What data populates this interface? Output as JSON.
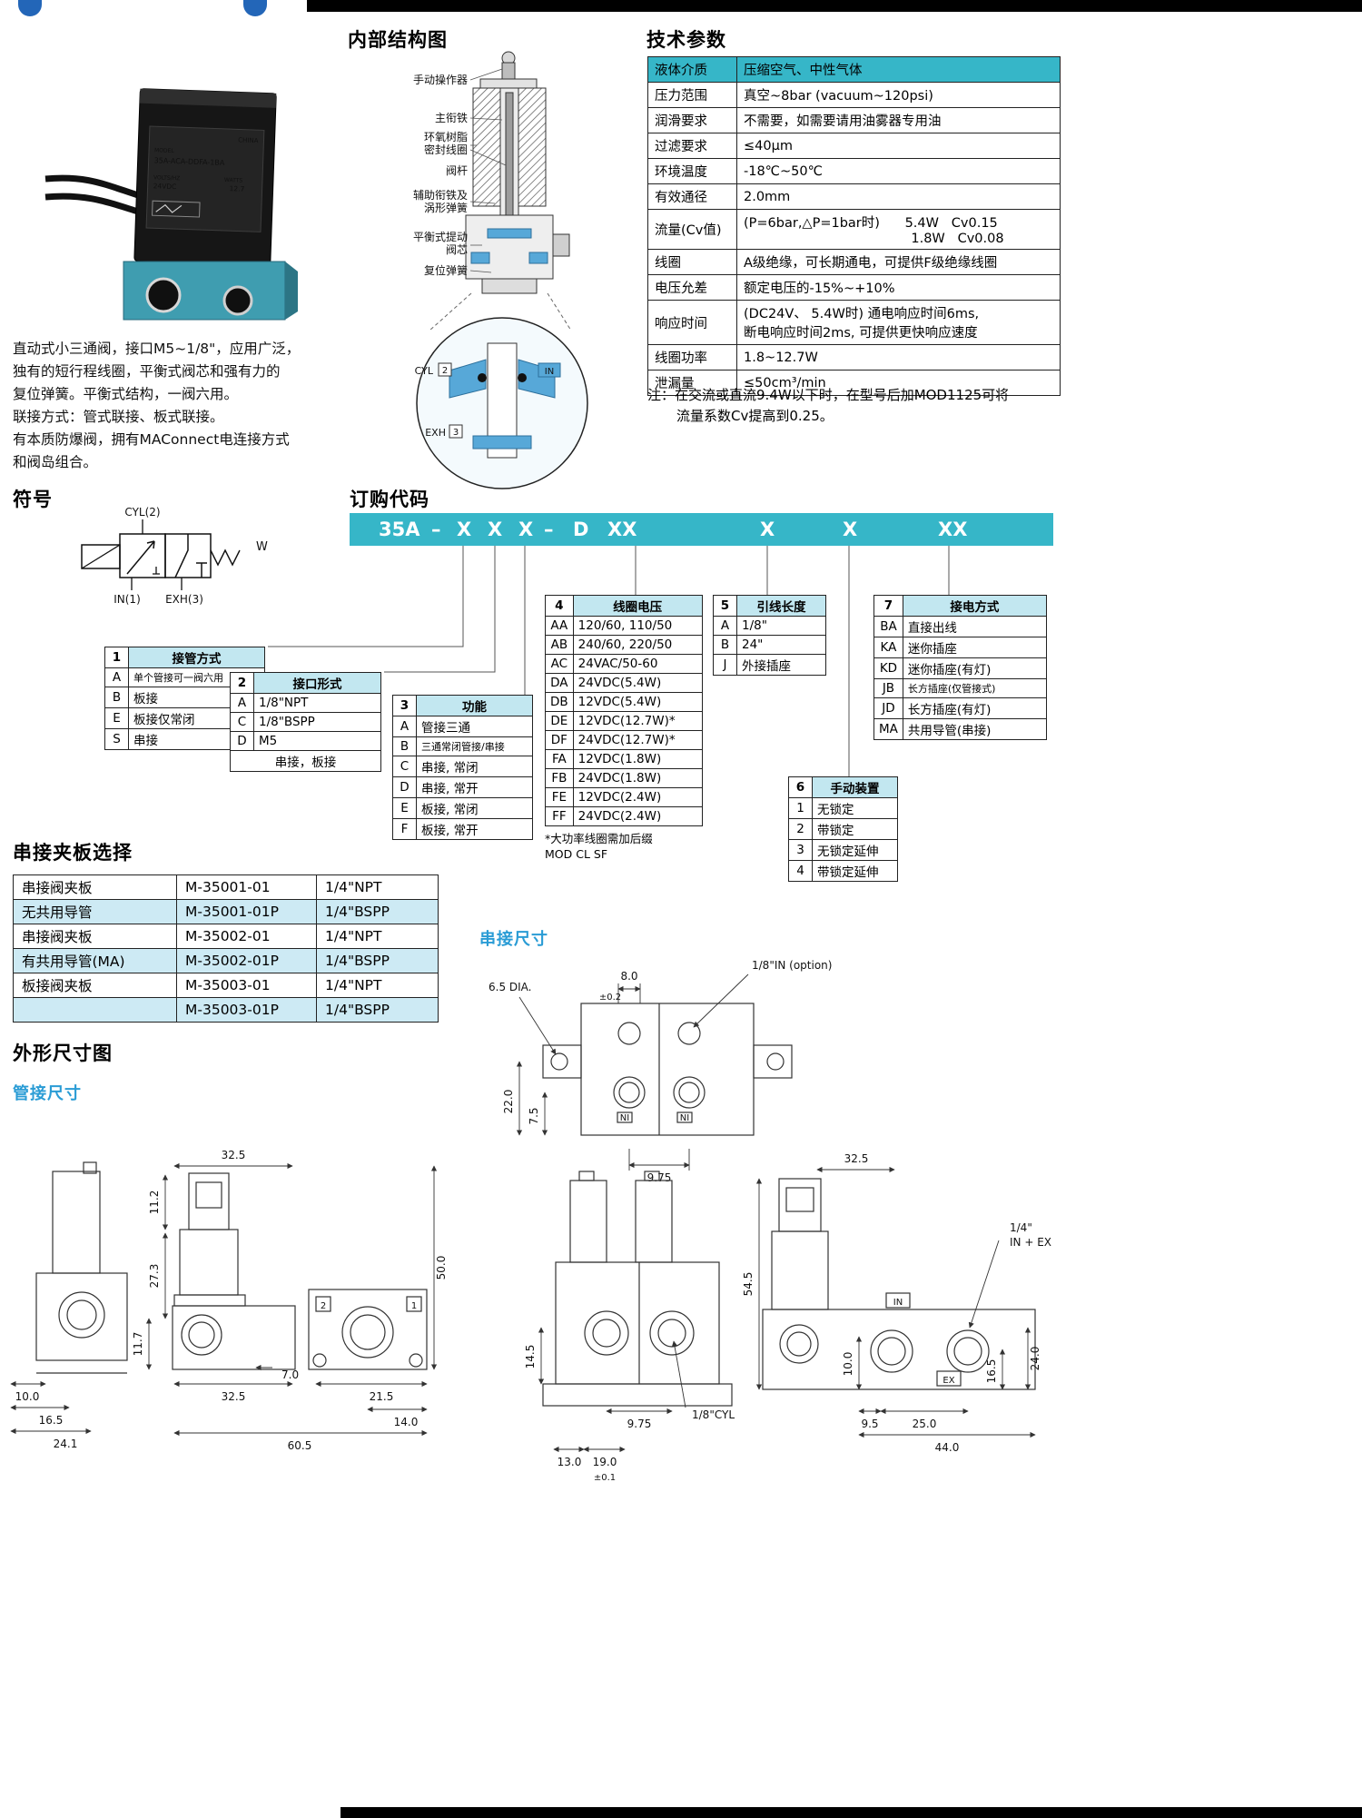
{
  "photo": {
    "plate": {
      "country": "CHINA",
      "model_label": "MODEL",
      "model": "35A-ACA-DDFA-1BA",
      "volts_label": "VOLTS/HZ",
      "volts": "24VDC",
      "watts_label": "WATTS",
      "watts": "12.7"
    }
  },
  "description": {
    "lines": [
      "直动式小三通阀，接口M5~1/8\"，应用广泛，",
      "独有的短行程线圈，平衡式阀芯和强有力的",
      "复位弹簧。平衡式结构，一阀六用。",
      "联接方式：管式联接、板式联接。",
      "有本质防爆阀，拥有MAConnect电连接方式",
      "和阀岛组合。"
    ]
  },
  "structure": {
    "title": "内部结构图",
    "label_lines": [
      "手动操作器",
      "主衔铁",
      "环氧树脂",
      "密封线圈",
      "阀杆",
      "辅助衔铁及",
      "涡形弹簧",
      "平衡式提动",
      "阀芯",
      "复位弹簧"
    ],
    "ports": {
      "cyl": "CYL",
      "n2": "2",
      "in": "IN",
      "exh": "EXH",
      "n3": "3"
    }
  },
  "tech": {
    "title": "技术参数",
    "rows": [
      [
        "液体介质",
        "压缩空气、中性气体"
      ],
      [
        "压力范围",
        "真空~8bar (vacuum~120psi)"
      ],
      [
        "润滑要求",
        "不需要，如需要请用油雾器专用油"
      ],
      [
        "过滤要求",
        "≤40μm"
      ],
      [
        "环境温度",
        "-18℃~50℃"
      ],
      [
        "有效通径",
        "2.0mm"
      ],
      [
        "流量(Cv值)",
        "(P=6bar,△P=1bar时)      5.4W   Cv0.15\n                                        1.8W   Cv0.08"
      ],
      [
        "线圈",
        "A级绝缘，可长期通电，可提供F级绝缘线圈"
      ],
      [
        "电压允差",
        "额定电压的-15%~+10%"
      ],
      [
        "响应时间",
        "(DC24V、 5.4W时) 通电响应时间6ms,\n断电响应时间2ms, 可提供更快响应速度"
      ],
      [
        "线圈功率",
        "1.8~12.7W"
      ],
      [
        "泄漏量",
        "≤50cm³/min"
      ]
    ],
    "note_lines": [
      "注：在交流或直流9.4W以下时，在型号后加MOD1125可将",
      "流量系数Cv提高到0.25。"
    ]
  },
  "symbol": {
    "title": "符号",
    "cyl": "CYL(2)",
    "in": "IN(1)",
    "exh": "EXH(3)",
    "w": "W"
  },
  "ordering": {
    "title": "订购代码",
    "bar": {
      "s0": "35A",
      "s1": "–",
      "s2": "X",
      "s3": "X",
      "s4": "X",
      "s5": "–",
      "s6": "D",
      "s7": "XX",
      "s8": "X",
      "s9": "X",
      "s10": "XX"
    },
    "t1": {
      "num": "1",
      "title": "接管方式",
      "rows": [
        [
          "A",
          "单个管接可一阀六用"
        ],
        [
          "B",
          "板接"
        ],
        [
          "E",
          "板接仅常闭"
        ],
        [
          "S",
          "串接"
        ]
      ]
    },
    "t2": {
      "num": "2",
      "title": "接口形式",
      "rows": [
        [
          "A",
          "1/8\"NPT"
        ],
        [
          "C",
          "1/8\"BSPP"
        ],
        [
          "D",
          "M5"
        ],
        [
          "串接，板接"
        ]
      ]
    },
    "t3": {
      "num": "3",
      "title": "功能",
      "rows": [
        [
          "A",
          "管接三通"
        ],
        [
          "B",
          "三通常闭管接/串接"
        ],
        [
          "C",
          "串接, 常闭"
        ],
        [
          "D",
          "串接, 常开"
        ],
        [
          "E",
          "板接, 常闭"
        ],
        [
          "F",
          "板接, 常开"
        ]
      ]
    },
    "t4": {
      "num": "4",
      "title": "线圈电压",
      "rows": [
        [
          "AA",
          "120/60, 110/50"
        ],
        [
          "AB",
          "240/60, 220/50"
        ],
        [
          "AC",
          "24VAC/50-60"
        ],
        [
          "DA",
          "24VDC(5.4W)"
        ],
        [
          "DB",
          "12VDC(5.4W)"
        ],
        [
          "DE",
          "12VDC(12.7W)*"
        ],
        [
          "DF",
          "24VDC(12.7W)*"
        ],
        [
          "FA",
          "12VDC(1.8W)"
        ],
        [
          "FB",
          "24VDC(1.8W)"
        ],
        [
          "FE",
          "12VDC(2.4W)"
        ],
        [
          "FF",
          "24VDC(2.4W)"
        ]
      ],
      "footnote_lines": [
        "*大功率线圈需加后缀",
        "MOD CL SF"
      ]
    },
    "t5": {
      "num": "5",
      "title": "引线长度",
      "rows": [
        [
          "A",
          "1/8\""
        ],
        [
          "B",
          "24\""
        ],
        [
          "J",
          "外接插座"
        ]
      ]
    },
    "t6": {
      "num": "6",
      "title": "手动装置",
      "rows": [
        [
          "1",
          "无锁定"
        ],
        [
          "2",
          "带锁定"
        ],
        [
          "3",
          "无锁定延伸"
        ],
        [
          "4",
          "带锁定延伸"
        ]
      ]
    },
    "t7": {
      "num": "7",
      "title": "接电方式",
      "rows": [
        [
          "BA",
          "直接出线"
        ],
        [
          "KA",
          "迷你插座"
        ],
        [
          "KD",
          "迷你插座(有灯)"
        ],
        [
          "JB",
          "长方插座(仅管接式)"
        ],
        [
          "JD",
          "长方插座(有灯)"
        ],
        [
          "MA",
          "共用导管(串接)"
        ]
      ]
    }
  },
  "clamp": {
    "title": "串接夹板选择",
    "rows": [
      [
        "串接阀夹板",
        "M-35001-01",
        "1/4\"NPT"
      ],
      [
        "无共用导管",
        "M-35001-01P",
        "1/4\"BSPP"
      ],
      [
        "串接阀夹板",
        "M-35002-01",
        "1/4\"NPT"
      ],
      [
        "有共用导管(MA)",
        "M-35002-01P",
        "1/4\"BSPP"
      ],
      [
        "板接阀夹板",
        "M-35003-01",
        "1/4\"NPT"
      ],
      [
        "",
        "M-35003-01P",
        "1/4\"BSPP"
      ]
    ]
  },
  "dims": {
    "outline_title": "外形尺寸图",
    "pipe_title": "管接尺寸",
    "serial_title": "串接尺寸",
    "serial_top": {
      "w8": "8.0",
      "tol8": "±0.2",
      "dia": "6.5 DIA.",
      "in_opt": "1/8\"IN (option)",
      "h22": "22.0",
      "h75": "7.5",
      "w975": "9.75",
      "ni1": "NI",
      "ni2": "NI"
    },
    "pipe": {
      "w325t": "32.5",
      "h112": "11.2",
      "h273": "27.3",
      "h117": "11.7",
      "w100": "10.0",
      "w165": "16.5",
      "w241": "24.1",
      "w70": "7.0",
      "w325b": "32.5",
      "w215": "21.5",
      "w140": "14.0",
      "w605": "60.5",
      "h500": "50.0",
      "p2": "2",
      "p1": "1"
    },
    "serial_front": {
      "h145": "14.5",
      "w975": "9.75",
      "cyl": "1/8\"CYL",
      "w130": "13.0",
      "w190": "19.0",
      "tol": "±0.1"
    },
    "serial_side": {
      "w325": "32.5",
      "h545": "54.5",
      "h100": "10.0",
      "w95": "9.5",
      "w250": "25.0",
      "w440": "44.0",
      "h165": "16.5",
      "h240": "24.0",
      "inex1": "1/4\"",
      "inex2": "IN + EX",
      "in": "IN",
      "ex": "EX"
    }
  }
}
